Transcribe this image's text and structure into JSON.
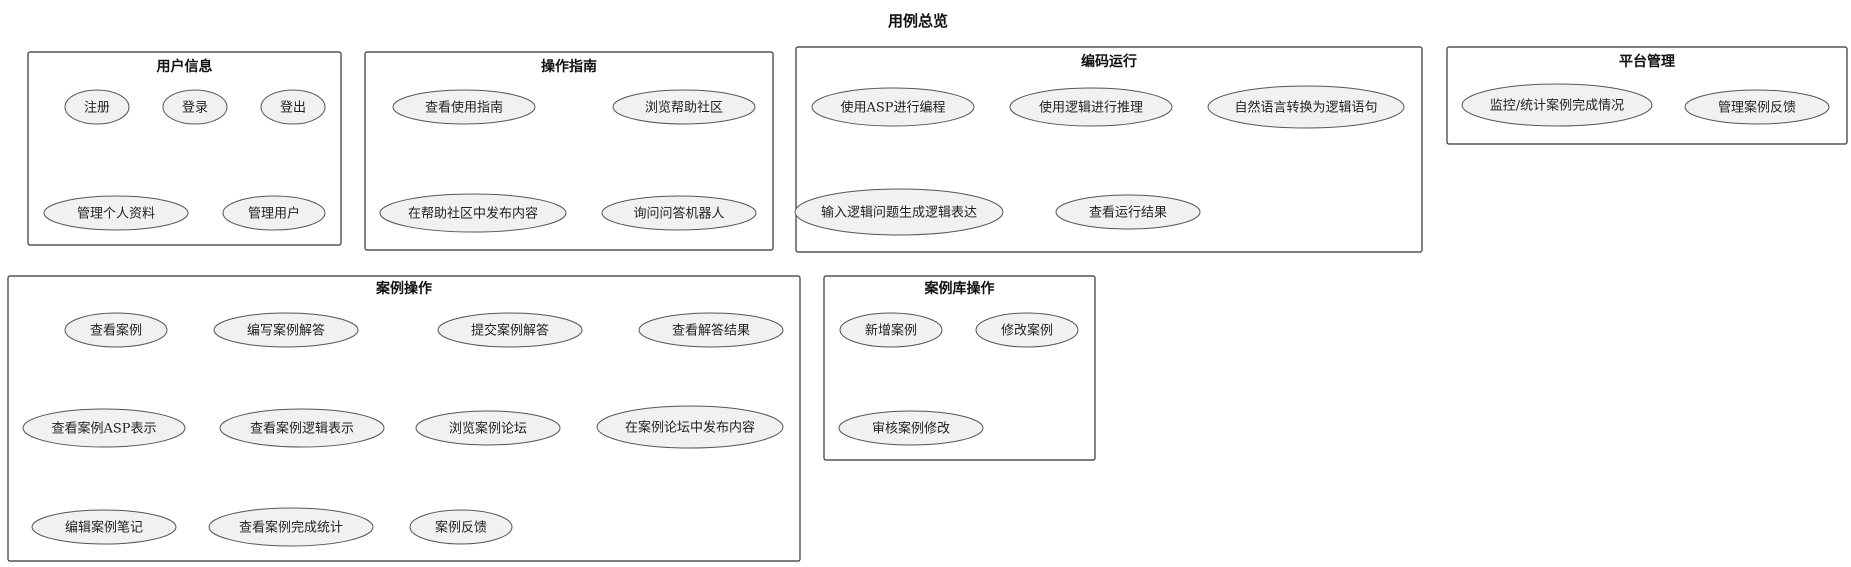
{
  "title": "用例总览",
  "packages": {
    "user_info": {
      "title": "用户信息",
      "use_cases": [
        "注册",
        "登录",
        "登出",
        "管理个人资料",
        "管理用户"
      ]
    },
    "guide": {
      "title": "操作指南",
      "use_cases": [
        "查看使用指南",
        "浏览帮助社区",
        "在帮助社区中发布内容",
        "询问问答机器人"
      ]
    },
    "coding": {
      "title": "编码运行",
      "use_cases": [
        "使用ASP进行编程",
        "使用逻辑进行推理",
        "自然语言转换为逻辑语句",
        "输入逻辑问题生成逻辑表达",
        "查看运行结果"
      ]
    },
    "platform": {
      "title": "平台管理",
      "use_cases": [
        "监控/统计案例完成情况",
        "管理案例反馈"
      ]
    },
    "case_ops": {
      "title": "案例操作",
      "use_cases": [
        "查看案例",
        "编写案例解答",
        "提交案例解答",
        "查看解答结果",
        "查看案例ASP表示",
        "查看案例逻辑表示",
        "浏览案例论坛",
        "在案例论坛中发布内容",
        "编辑案例笔记",
        "查看案例完成统计",
        "案例反馈"
      ]
    },
    "case_lib": {
      "title": "案例库操作",
      "use_cases": [
        "新增案例",
        "修改案例",
        "审核案例修改"
      ]
    }
  }
}
